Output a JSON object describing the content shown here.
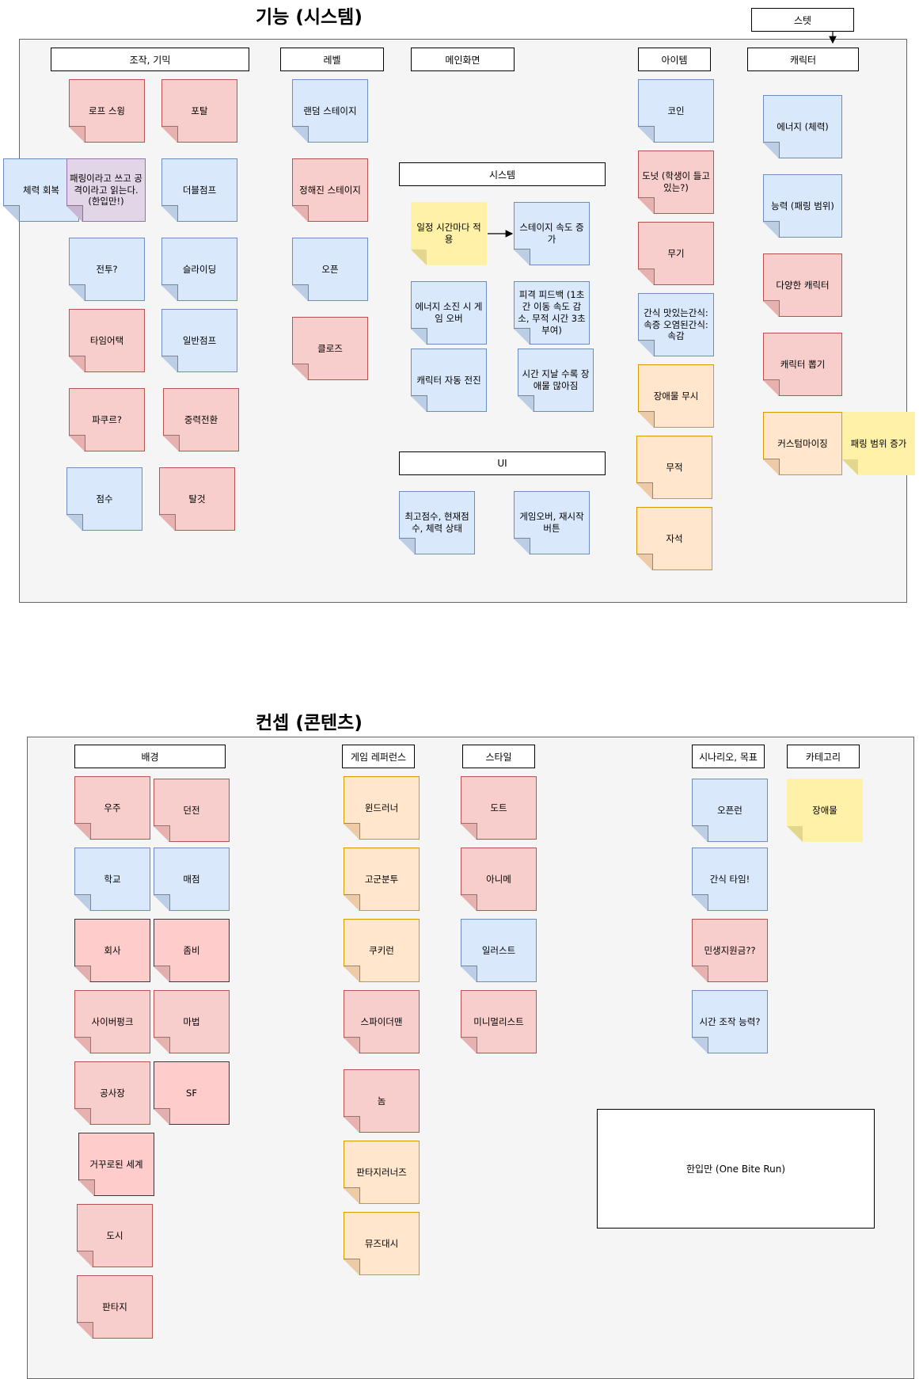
{
  "sections": {
    "top_title": "기능 (시스템)",
    "bottom_title": "컨셉 (콘텐츠)"
  },
  "top": {
    "headers": {
      "stat": "스텟",
      "controls": "조작, 기믹",
      "level": "레벨",
      "main_screen": "메인화면",
      "item": "아이템",
      "character": "캐릭터",
      "system": "시스템",
      "ui": "UI"
    },
    "controls": [
      {
        "label": "로프 스윙",
        "color": "red"
      },
      {
        "label": "포탈",
        "color": "red"
      },
      {
        "label": "체력 회복",
        "color": "blue"
      },
      {
        "label": "패링이라고 쓰고 공격이라고 읽는다. (한입만!)",
        "color": "purple"
      },
      {
        "label": "더블점프",
        "color": "blue"
      },
      {
        "label": "전투?",
        "color": "blue"
      },
      {
        "label": "슬라이딩",
        "color": "blue"
      },
      {
        "label": "타임어택",
        "color": "red"
      },
      {
        "label": "일반점프",
        "color": "blue"
      },
      {
        "label": "파쿠르?",
        "color": "red"
      },
      {
        "label": "중력전환",
        "color": "red"
      },
      {
        "label": "점수",
        "color": "blue"
      },
      {
        "label": "탈것",
        "color": "red"
      }
    ],
    "level": [
      {
        "label": "랜덤 스테이지",
        "color": "blue"
      },
      {
        "label": "정해진 스테이지",
        "color": "red"
      },
      {
        "label": "오픈",
        "color": "blue"
      },
      {
        "label": "클로즈",
        "color": "red"
      }
    ],
    "system": [
      {
        "label": "일정 시간마다 적용",
        "color": "yellow"
      },
      {
        "label": "스테이지 속도 증가",
        "color": "blue"
      },
      {
        "label": "에너지 소진 시 게임 오버",
        "color": "blue"
      },
      {
        "label": "피격 피드백 (1초 간 이동 속도 감소, 무적 시간 3초 부여)",
        "color": "blue"
      },
      {
        "label": "캐릭터 자동 전진",
        "color": "blue"
      },
      {
        "label": "시간 지날 수록 장애물 많아짐",
        "color": "blue"
      }
    ],
    "ui": [
      {
        "label": "최고점수, 현재점수, 체력 상태",
        "color": "blue"
      },
      {
        "label": "게임오버, 재시작 버튼",
        "color": "blue"
      }
    ],
    "item": [
      {
        "label": "코인",
        "color": "blue"
      },
      {
        "label": "도넛 (학생이 들고 있는?)",
        "color": "red"
      },
      {
        "label": "무기",
        "color": "red"
      },
      {
        "label": "간식 맛있는간식: 속증 오염된간식: 속감",
        "color": "blue"
      },
      {
        "label": "장애물 무시",
        "color": "orange"
      },
      {
        "label": "무적",
        "color": "orange"
      },
      {
        "label": "자석",
        "color": "orange"
      }
    ],
    "character": [
      {
        "label": "에너지 (체력)",
        "color": "blue"
      },
      {
        "label": "능력 (패링 범위)",
        "color": "blue"
      },
      {
        "label": "다양한 캐릭터",
        "color": "red"
      },
      {
        "label": "캐릭터 뽑기",
        "color": "red"
      },
      {
        "label": "커스텀마이징",
        "color": "orange"
      },
      {
        "label": "패링 범위 증가",
        "color": "yellow"
      }
    ]
  },
  "bottom": {
    "headers": {
      "background": "배경",
      "game_reference": "게임 레퍼런스",
      "style": "스타일",
      "scenario": "시나리오, 목표",
      "category": "카테고리"
    },
    "background": [
      {
        "label": "우주",
        "color": "red"
      },
      {
        "label": "던전",
        "color": "red"
      },
      {
        "label": "학교",
        "color": "blue"
      },
      {
        "label": "매점",
        "color": "blue"
      },
      {
        "label": "회사",
        "color": "pinkdark"
      },
      {
        "label": "좀비",
        "color": "pinkdark"
      },
      {
        "label": "사이버펑크",
        "color": "red"
      },
      {
        "label": "마법",
        "color": "red"
      },
      {
        "label": "공사장",
        "color": "red"
      },
      {
        "label": "SF",
        "color": "pinkdark"
      },
      {
        "label": "거꾸로된 세계",
        "color": "pinkdark"
      },
      {
        "label": "도시",
        "color": "red"
      },
      {
        "label": "판타지",
        "color": "red"
      }
    ],
    "game_reference": [
      {
        "label": "윈드러너",
        "color": "orange"
      },
      {
        "label": "고군분투",
        "color": "orange"
      },
      {
        "label": "쿠키런",
        "color": "orange"
      },
      {
        "label": "스파이더맨",
        "color": "red"
      },
      {
        "label": "놈",
        "color": "red"
      },
      {
        "label": "판타지러너즈",
        "color": "orange"
      },
      {
        "label": "뮤즈대시",
        "color": "orange"
      }
    ],
    "style": [
      {
        "label": "도트",
        "color": "red"
      },
      {
        "label": "아니메",
        "color": "red"
      },
      {
        "label": "일러스트",
        "color": "blue"
      },
      {
        "label": "미니멀리스트",
        "color": "red"
      }
    ],
    "scenario": [
      {
        "label": "오픈런",
        "color": "blue"
      },
      {
        "label": "간식 타임!",
        "color": "blue"
      },
      {
        "label": "민생지원금??",
        "color": "red"
      },
      {
        "label": "시간 조작 능력?",
        "color": "blue"
      }
    ],
    "category": [
      {
        "label": "장애물",
        "color": "yellow"
      }
    ],
    "title_box": "한입만 (One Bite Run)"
  }
}
